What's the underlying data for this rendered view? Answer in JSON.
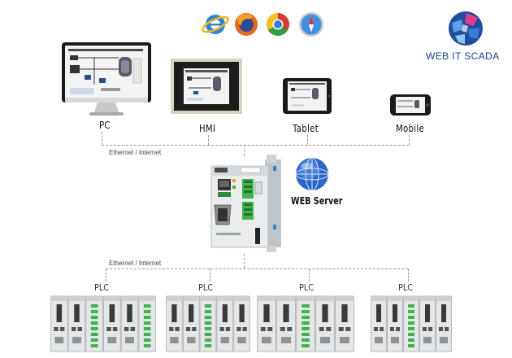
{
  "brand": {
    "name": "WEB IT SCADA"
  },
  "browsers": [
    "internet-explorer-icon",
    "firefox-icon",
    "chrome-icon",
    "safari-icon"
  ],
  "devices": [
    {
      "label": "PC"
    },
    {
      "label": "HMI"
    },
    {
      "label": "Tablet"
    },
    {
      "label": "Mobile"
    }
  ],
  "network": {
    "top_label": "Ethernet / Internet",
    "bottom_label": "Ethernet / Internet"
  },
  "server": {
    "label": "WEB Server"
  },
  "plcs": [
    {
      "label": "PLC"
    },
    {
      "label": "PLC"
    },
    {
      "label": "PLC"
    },
    {
      "label": "PLC"
    }
  ],
  "colors": {
    "brand": "#1d3f86",
    "terminal_green": "#3cb54a",
    "dash": "#9a9a9a"
  }
}
